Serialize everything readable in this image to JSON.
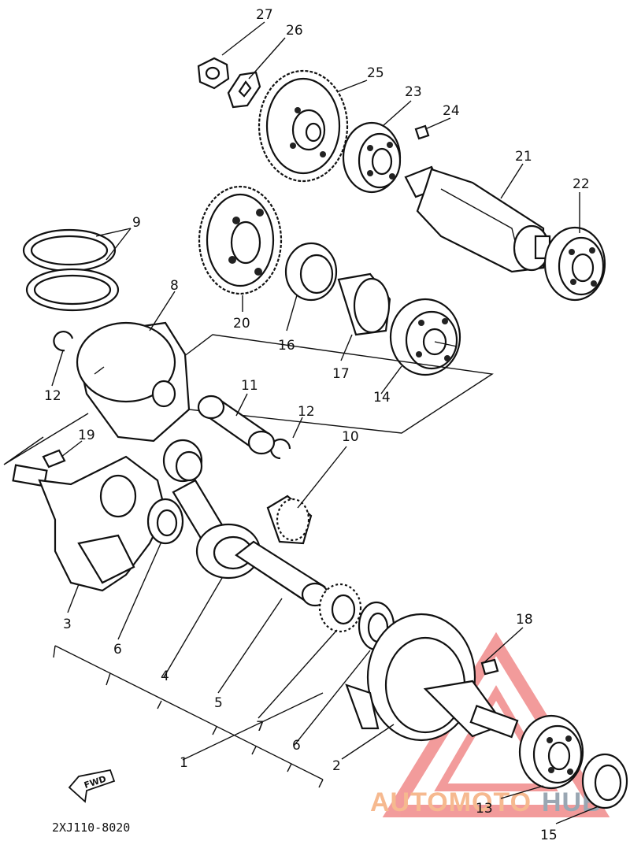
{
  "diagram": {
    "drawing_code": "2XJ110-8020",
    "fwd_label": "FWD",
    "watermark": {
      "text_main": "AUTOMOTO",
      "text_tail": "HUB",
      "triangle_color": "#e84a4a",
      "main_color": "#f6b98f",
      "tail_color": "#9aa7b3"
    },
    "labels": {
      "p27": "27",
      "p26": "26",
      "p25": "25",
      "p23": "23",
      "p24": "24",
      "p21": "21",
      "p22": "22",
      "p9": "9",
      "p8": "8",
      "p20": "20",
      "p16": "16",
      "p17": "17",
      "p14": "14",
      "p12a": "12",
      "p11": "11",
      "p12b": "12",
      "p10": "10",
      "p19": "19",
      "p3": "3",
      "p6a": "6",
      "p4": "4",
      "p5": "5",
      "p1": "1",
      "p7": "7",
      "p6b": "6",
      "p2": "2",
      "p18": "18",
      "p13": "13",
      "p15": "15"
    }
  }
}
